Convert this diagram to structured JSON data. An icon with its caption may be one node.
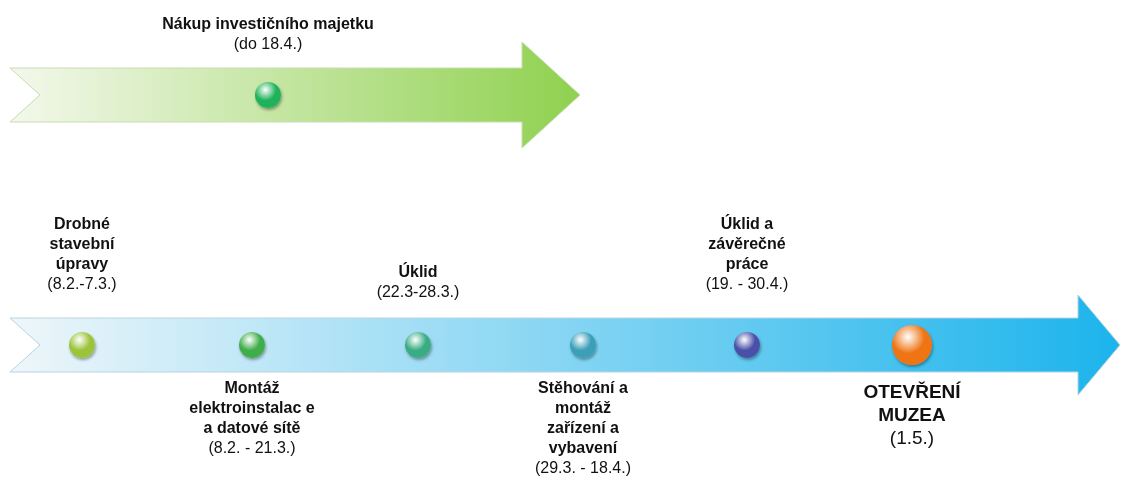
{
  "diagram": {
    "nodes": [
      {
        "text": [
          "Nákup investičního majetku",
          "(do 18.4.)"
        ]
      },
      {
        "text": [
          "Drobné stavební úpravy",
          "(8.2.-7.3.)"
        ]
      },
      {
        "text": [
          "Montáž elektroinstalac e a datové sítě",
          "(8.2. - 21.3.)"
        ]
      },
      {
        "text": [
          "Úklid",
          "(22.3-28.3.)"
        ]
      },
      {
        "text": [
          "Stěhování a montáž zařízení a vybavení",
          "(29.3. - 18.4.)"
        ]
      },
      {
        "text": [
          "Úklid a závěrečné práce",
          "(19. - 30.4.)"
        ]
      },
      {
        "text": [
          "OTEVŘENÍ MUZEA",
          "(1.5.)"
        ]
      }
    ]
  }
}
